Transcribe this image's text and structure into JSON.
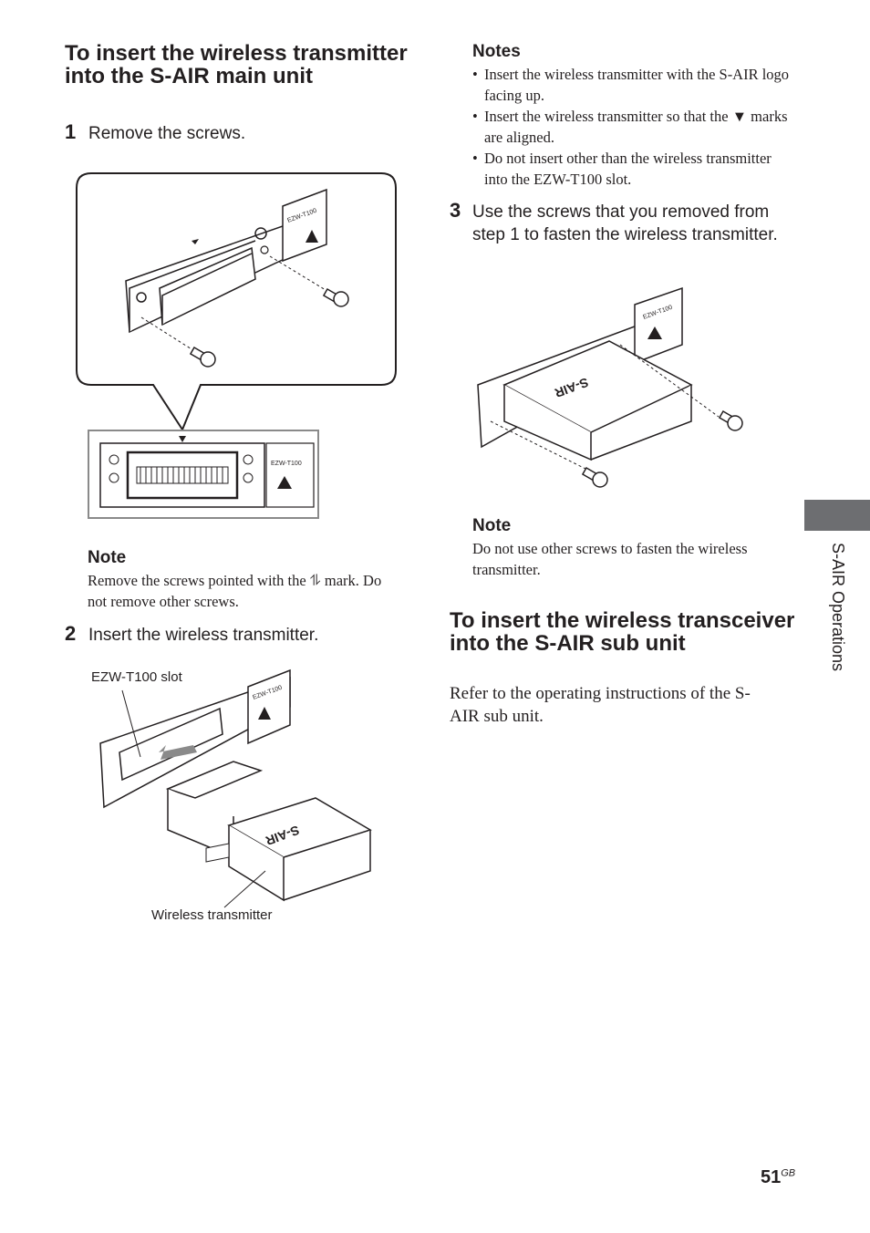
{
  "left": {
    "heading": "To insert the wireless transmitter into the S-AIR main unit",
    "step1": {
      "number": "1",
      "text": "Remove the screws."
    },
    "fig1": {
      "label1": "EZW-T100",
      "label2": "EZW-T100"
    },
    "note1": {
      "heading": "Note",
      "text": "Remove the screws pointed with the ⥮ mark. Do not remove other screws."
    },
    "step2": {
      "number": "2",
      "text": "Insert the wireless transmitter."
    },
    "fig2": {
      "slot_caption": "EZW-T100 slot",
      "transmitter_caption": "Wireless transmitter",
      "panel_label": "EZW-T100",
      "device_logo": "S-AIR"
    }
  },
  "right": {
    "notes": {
      "heading": "Notes",
      "items": [
        "Insert the wireless transmitter with the S-AIR logo facing up.",
        "Insert the wireless transmitter so that the ▼ marks are aligned.",
        "Do not insert other than the wireless transmitter into the EZW-T100 slot."
      ]
    },
    "step3": {
      "number": "3",
      "text": "Use the screws that you removed from step 1 to fasten the wireless transmitter."
    },
    "fig3": {
      "panel_label": "EZW-T100",
      "device_logo": "S-AIR"
    },
    "note3": {
      "heading": "Note",
      "text": "Do not use other screws to fasten the wireless transmitter."
    },
    "heading2": "To insert the wireless transceiver into the S-AIR sub unit",
    "body2": "Refer to the operating instructions of the S-AIR sub unit."
  },
  "sidebar": {
    "tab_text": "S-AIR Operations"
  },
  "footer": {
    "page_number": "51",
    "page_suffix": "GB"
  }
}
